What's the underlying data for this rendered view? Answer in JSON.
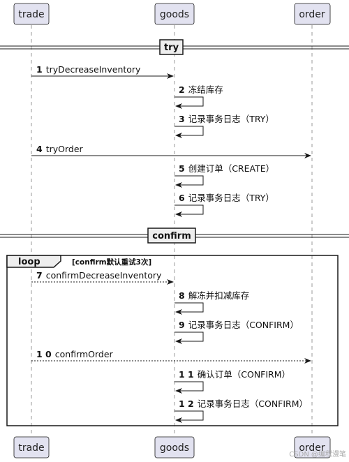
{
  "participants": {
    "trade": "trade",
    "goods": "goods",
    "order": "order"
  },
  "dividers": {
    "try": "try",
    "confirm": "confirm"
  },
  "loop": {
    "tag": "loop",
    "condition": "[confirm默认重试3次]"
  },
  "messages": [
    {
      "num": "1",
      "text": "tryDecreaseInventory"
    },
    {
      "num": "2",
      "text": "冻结库存"
    },
    {
      "num": "3",
      "text": "记录事务日志（TRY）"
    },
    {
      "num": "4",
      "text": "tryOrder"
    },
    {
      "num": "5",
      "text": "创建订单（CREATE）"
    },
    {
      "num": "6",
      "text": "记录事务日志（TRY）"
    },
    {
      "num": "7",
      "text": "confirmDecreaseInventory"
    },
    {
      "num": "8",
      "text": "解冻并扣减库存"
    },
    {
      "num": "9",
      "text": "记录事务日志（CONFIRM）"
    },
    {
      "num": "1 0",
      "text": "confirmOrder"
    },
    {
      "num": "1 1",
      "text": "确认订单（CONFIRM）"
    },
    {
      "num": "1 2",
      "text": "记录事务日志（CONFIRM）"
    }
  ],
  "watermark": "CSDN @编程漫笔",
  "colors": {
    "participant_fill": "#e2e2f0",
    "participant_border": "#181818",
    "lifeline": "#9a9a9a",
    "line": "#181818"
  }
}
